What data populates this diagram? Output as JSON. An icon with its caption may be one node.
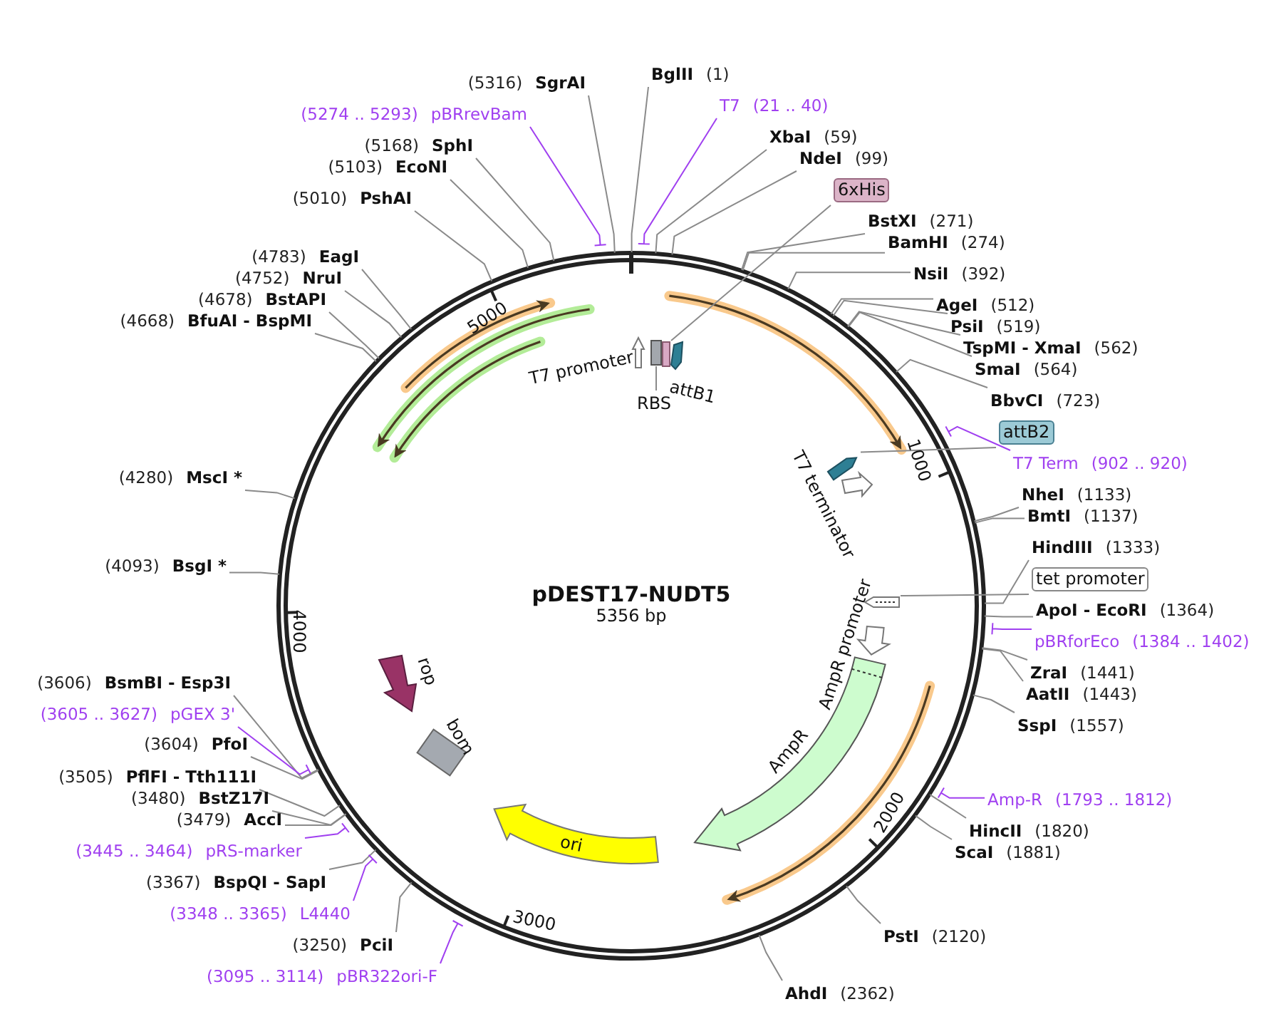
{
  "diagram": {
    "title": "pDEST17-NUDT5",
    "caption": "5356 bp",
    "nodes": [
      {
        "text": [
          "(5316)",
          "SgrAI"
        ]
      },
      {
        "text": [
          "(5274 .. 5293)",
          "pBRrevBam"
        ]
      },
      {
        "text": [
          "(5168)",
          "SphI"
        ]
      },
      {
        "text": [
          "(5103)",
          "EcoNI"
        ]
      },
      {
        "text": [
          "(5010)",
          "PshAI"
        ]
      },
      {
        "text": [
          "(4783)",
          "EagI"
        ]
      },
      {
        "text": [
          "(4752)",
          "NruI"
        ]
      },
      {
        "text": [
          "(4678)",
          "BstAPI"
        ]
      },
      {
        "text": [
          "(4668)",
          "BfuAI - BspMI"
        ]
      },
      {
        "text": [
          "(4280)",
          "MscI *"
        ]
      },
      {
        "text": [
          "(4093)",
          "BsgI *"
        ]
      },
      {
        "text": [
          "(3606)",
          "BsmBI - Esp3I"
        ]
      },
      {
        "text": [
          "(3605 .. 3627)",
          "pGEX 3'"
        ]
      },
      {
        "text": [
          "(3604)",
          "PfoI"
        ]
      },
      {
        "text": [
          "(3505)",
          "PflFI - Tth111I"
        ]
      },
      {
        "text": [
          "(3480)",
          "BstZ17I"
        ]
      },
      {
        "text": [
          "(3479)",
          "AccI"
        ]
      },
      {
        "text": [
          "(3445 .. 3464)",
          "pRS-marker"
        ]
      },
      {
        "text": [
          "(3367)",
          "BspQI - SapI"
        ]
      },
      {
        "text": [
          "(3348 .. 3365)",
          "L4440"
        ]
      },
      {
        "text": [
          "(3250)",
          "PciI"
        ]
      },
      {
        "text": [
          "(3095 .. 3114)",
          "pBR322ori-F"
        ]
      },
      {
        "text": [
          "BglII",
          "(1)"
        ]
      },
      {
        "text": [
          "T7",
          "(21 .. 40)"
        ]
      },
      {
        "text": [
          "XbaI",
          "(59)"
        ]
      },
      {
        "text": [
          "NdeI",
          "(99)"
        ]
      },
      {
        "text": [
          "6xHis"
        ]
      },
      {
        "text": [
          "BstXI",
          "(271)"
        ]
      },
      {
        "text": [
          "BamHI",
          "(274)"
        ]
      },
      {
        "text": [
          "NsiI",
          "(392)"
        ]
      },
      {
        "text": [
          "AgeI",
          "(512)"
        ]
      },
      {
        "text": [
          "PsiI",
          "(519)"
        ]
      },
      {
        "text": [
          "TspMI - XmaI",
          "(562)"
        ]
      },
      {
        "text": [
          "SmaI",
          "(564)"
        ]
      },
      {
        "text": [
          "BbvCI",
          "(723)"
        ]
      },
      {
        "text": [
          "attB2"
        ]
      },
      {
        "text": [
          "T7 Term",
          "(902 .. 920)"
        ]
      },
      {
        "text": [
          "NheI",
          "(1133)"
        ]
      },
      {
        "text": [
          "BmtI",
          "(1137)"
        ]
      },
      {
        "text": [
          "HindIII",
          "(1333)"
        ]
      },
      {
        "text": [
          "tet promoter"
        ]
      },
      {
        "text": [
          "ApoI - EcoRI",
          "(1364)"
        ]
      },
      {
        "text": [
          "pBRforEco",
          "(1384 .. 1402)"
        ]
      },
      {
        "text": [
          "ZraI",
          "(1441)"
        ]
      },
      {
        "text": [
          "AatII",
          "(1443)"
        ]
      },
      {
        "text": [
          "SspI",
          "(1557)"
        ]
      },
      {
        "text": [
          "Amp-R",
          "(1793 .. 1812)"
        ]
      },
      {
        "text": [
          "HincII",
          "(1820)"
        ]
      },
      {
        "text": [
          "ScaI",
          "(1881)"
        ]
      },
      {
        "text": [
          "PstI",
          "(2120)"
        ]
      },
      {
        "text": [
          "AhdI",
          "(2362)"
        ]
      },
      {
        "text": [],
        "shape": "arrow"
      },
      {
        "text": [],
        "shape": "box"
      },
      {
        "text": [],
        "shape": "box"
      },
      {
        "text": [],
        "shape": "arrow"
      },
      {
        "text": [],
        "shape": "arrow"
      },
      {
        "text": [],
        "shape": "arrow"
      },
      {
        "text": [],
        "shape": "arrow"
      },
      {
        "text": [
          "RBS"
        ]
      },
      {
        "text": [
          "ori"
        ]
      }
    ],
    "edges": [
      {
        "from": 0,
        "to": null,
        "arrow": "none"
      },
      {
        "from": 1,
        "to": null,
        "arrow": "none",
        "color": "#a040f0"
      },
      {
        "from": 2,
        "to": null,
        "arrow": "none"
      },
      {
        "from": 3,
        "to": null,
        "arrow": "none"
      },
      {
        "from": 4,
        "to": null,
        "arrow": "none"
      },
      {
        "from": 5,
        "to": null,
        "arrow": "none"
      },
      {
        "from": 6,
        "to": null,
        "arrow": "none"
      },
      {
        "from": 7,
        "to": null,
        "arrow": "none"
      },
      {
        "from": 8,
        "to": null,
        "arrow": "none"
      },
      {
        "from": 9,
        "to": null,
        "arrow": "none"
      },
      {
        "from": 10,
        "to": null,
        "arrow": "none"
      },
      {
        "from": 11,
        "to": null,
        "arrow": "none"
      },
      {
        "from": 12,
        "to": null,
        "arrow": "none",
        "color": "#a040f0"
      },
      {
        "from": 13,
        "to": null,
        "arrow": "none"
      },
      {
        "from": 14,
        "to": null,
        "arrow": "none"
      },
      {
        "from": 15,
        "to": null,
        "arrow": "none"
      },
      {
        "from": 16,
        "to": null,
        "arrow": "none"
      },
      {
        "from": 17,
        "to": null,
        "arrow": "none",
        "color": "#a040f0"
      },
      {
        "from": 18,
        "to": null,
        "arrow": "none"
      },
      {
        "from": 19,
        "to": null,
        "arrow": "none",
        "color": "#a040f0"
      },
      {
        "from": 20,
        "to": null,
        "arrow": "none"
      },
      {
        "from": 21,
        "to": null,
        "arrow": "none",
        "color": "#a040f0"
      },
      {
        "from": 22,
        "to": null,
        "arrow": "none"
      },
      {
        "from": 23,
        "to": null,
        "arrow": "none",
        "color": "#a040f0"
      },
      {
        "from": 24,
        "to": null,
        "arrow": "none"
      },
      {
        "from": 25,
        "to": null,
        "arrow": "none"
      },
      {
        "from": 26,
        "to": 53,
        "arrow": "none"
      },
      {
        "from": 27,
        "to": null,
        "arrow": "none"
      },
      {
        "from": 28,
        "to": null,
        "arrow": "none"
      },
      {
        "from": 29,
        "to": null,
        "arrow": "none"
      },
      {
        "from": 30,
        "to": null,
        "arrow": "none"
      },
      {
        "from": 31,
        "to": null,
        "arrow": "none"
      },
      {
        "from": 32,
        "to": null,
        "arrow": "none"
      },
      {
        "from": 33,
        "to": null,
        "arrow": "none"
      },
      {
        "from": 34,
        "to": null,
        "arrow": "none"
      },
      {
        "from": 35,
        "to": 55,
        "arrow": "none"
      },
      {
        "from": 36,
        "to": null,
        "arrow": "none",
        "color": "#a040f0"
      },
      {
        "from": 37,
        "to": null,
        "arrow": "none"
      },
      {
        "from": 38,
        "to": null,
        "arrow": "none"
      },
      {
        "from": 39,
        "to": null,
        "arrow": "none"
      },
      {
        "from": 40,
        "to": 57,
        "arrow": "none"
      },
      {
        "from": 41,
        "to": null,
        "arrow": "none"
      },
      {
        "from": 42,
        "to": null,
        "arrow": "none",
        "color": "#a040f0"
      },
      {
        "from": 43,
        "to": null,
        "arrow": "none"
      },
      {
        "from": 44,
        "to": null,
        "arrow": "none"
      },
      {
        "from": 45,
        "to": null,
        "arrow": "none"
      },
      {
        "from": 46,
        "to": null,
        "arrow": "none",
        "color": "#a040f0"
      },
      {
        "from": 47,
        "to": null,
        "arrow": "none"
      },
      {
        "from": 48,
        "to": null,
        "arrow": "none"
      },
      {
        "from": 49,
        "to": null,
        "arrow": "none"
      },
      {
        "from": 50,
        "to": null,
        "arrow": "none"
      },
      {
        "from": 58,
        "to": 52,
        "arrow": "none"
      }
    ],
    "labels": [
      "5000",
      "T7 promoter",
      "attB1",
      "1000",
      "T7 terminator",
      "AmpR promoter",
      "4000",
      "rop",
      "AmpR",
      "bom",
      "2000",
      "3000"
    ]
  }
}
